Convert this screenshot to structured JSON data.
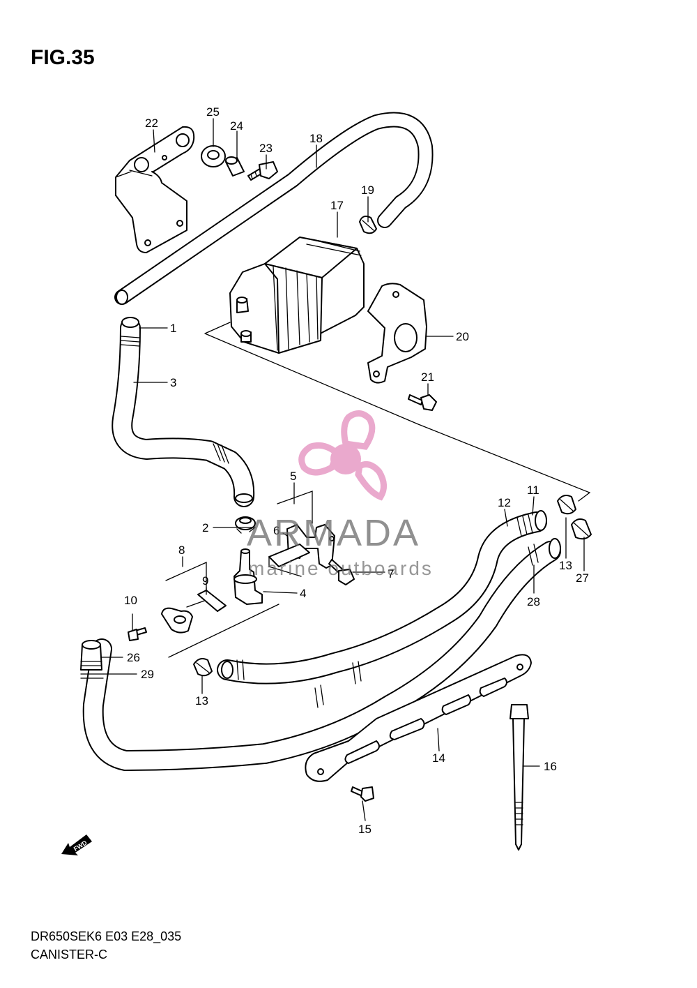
{
  "figure_title": "FIG.35",
  "footer": {
    "model_code": "DR650SEK6 E03 E28_035",
    "section_name": "CANISTER-C"
  },
  "direction_mark": "FWD",
  "watermark": {
    "brand": "ARMADA",
    "tagline": "marine outboards",
    "brand_color": "#e8a0c8",
    "text_color": "#6b6b6b"
  },
  "callouts": {
    "c1": "1",
    "c2": "2",
    "c3": "3",
    "c4": "4",
    "c5": "5",
    "c6": "6",
    "c7": "7",
    "c8": "8",
    "c9": "9",
    "c10": "10",
    "c11": "11",
    "c12": "12",
    "c13a": "13",
    "c13b": "13",
    "c14": "14",
    "c15": "15",
    "c16": "16",
    "c17": "17",
    "c18": "18",
    "c19": "19",
    "c20": "20",
    "c21": "21",
    "c22": "22",
    "c23": "23",
    "c24": "24",
    "c25": "25",
    "c26": "26",
    "c27": "27",
    "c28": "28",
    "c29": "29"
  }
}
